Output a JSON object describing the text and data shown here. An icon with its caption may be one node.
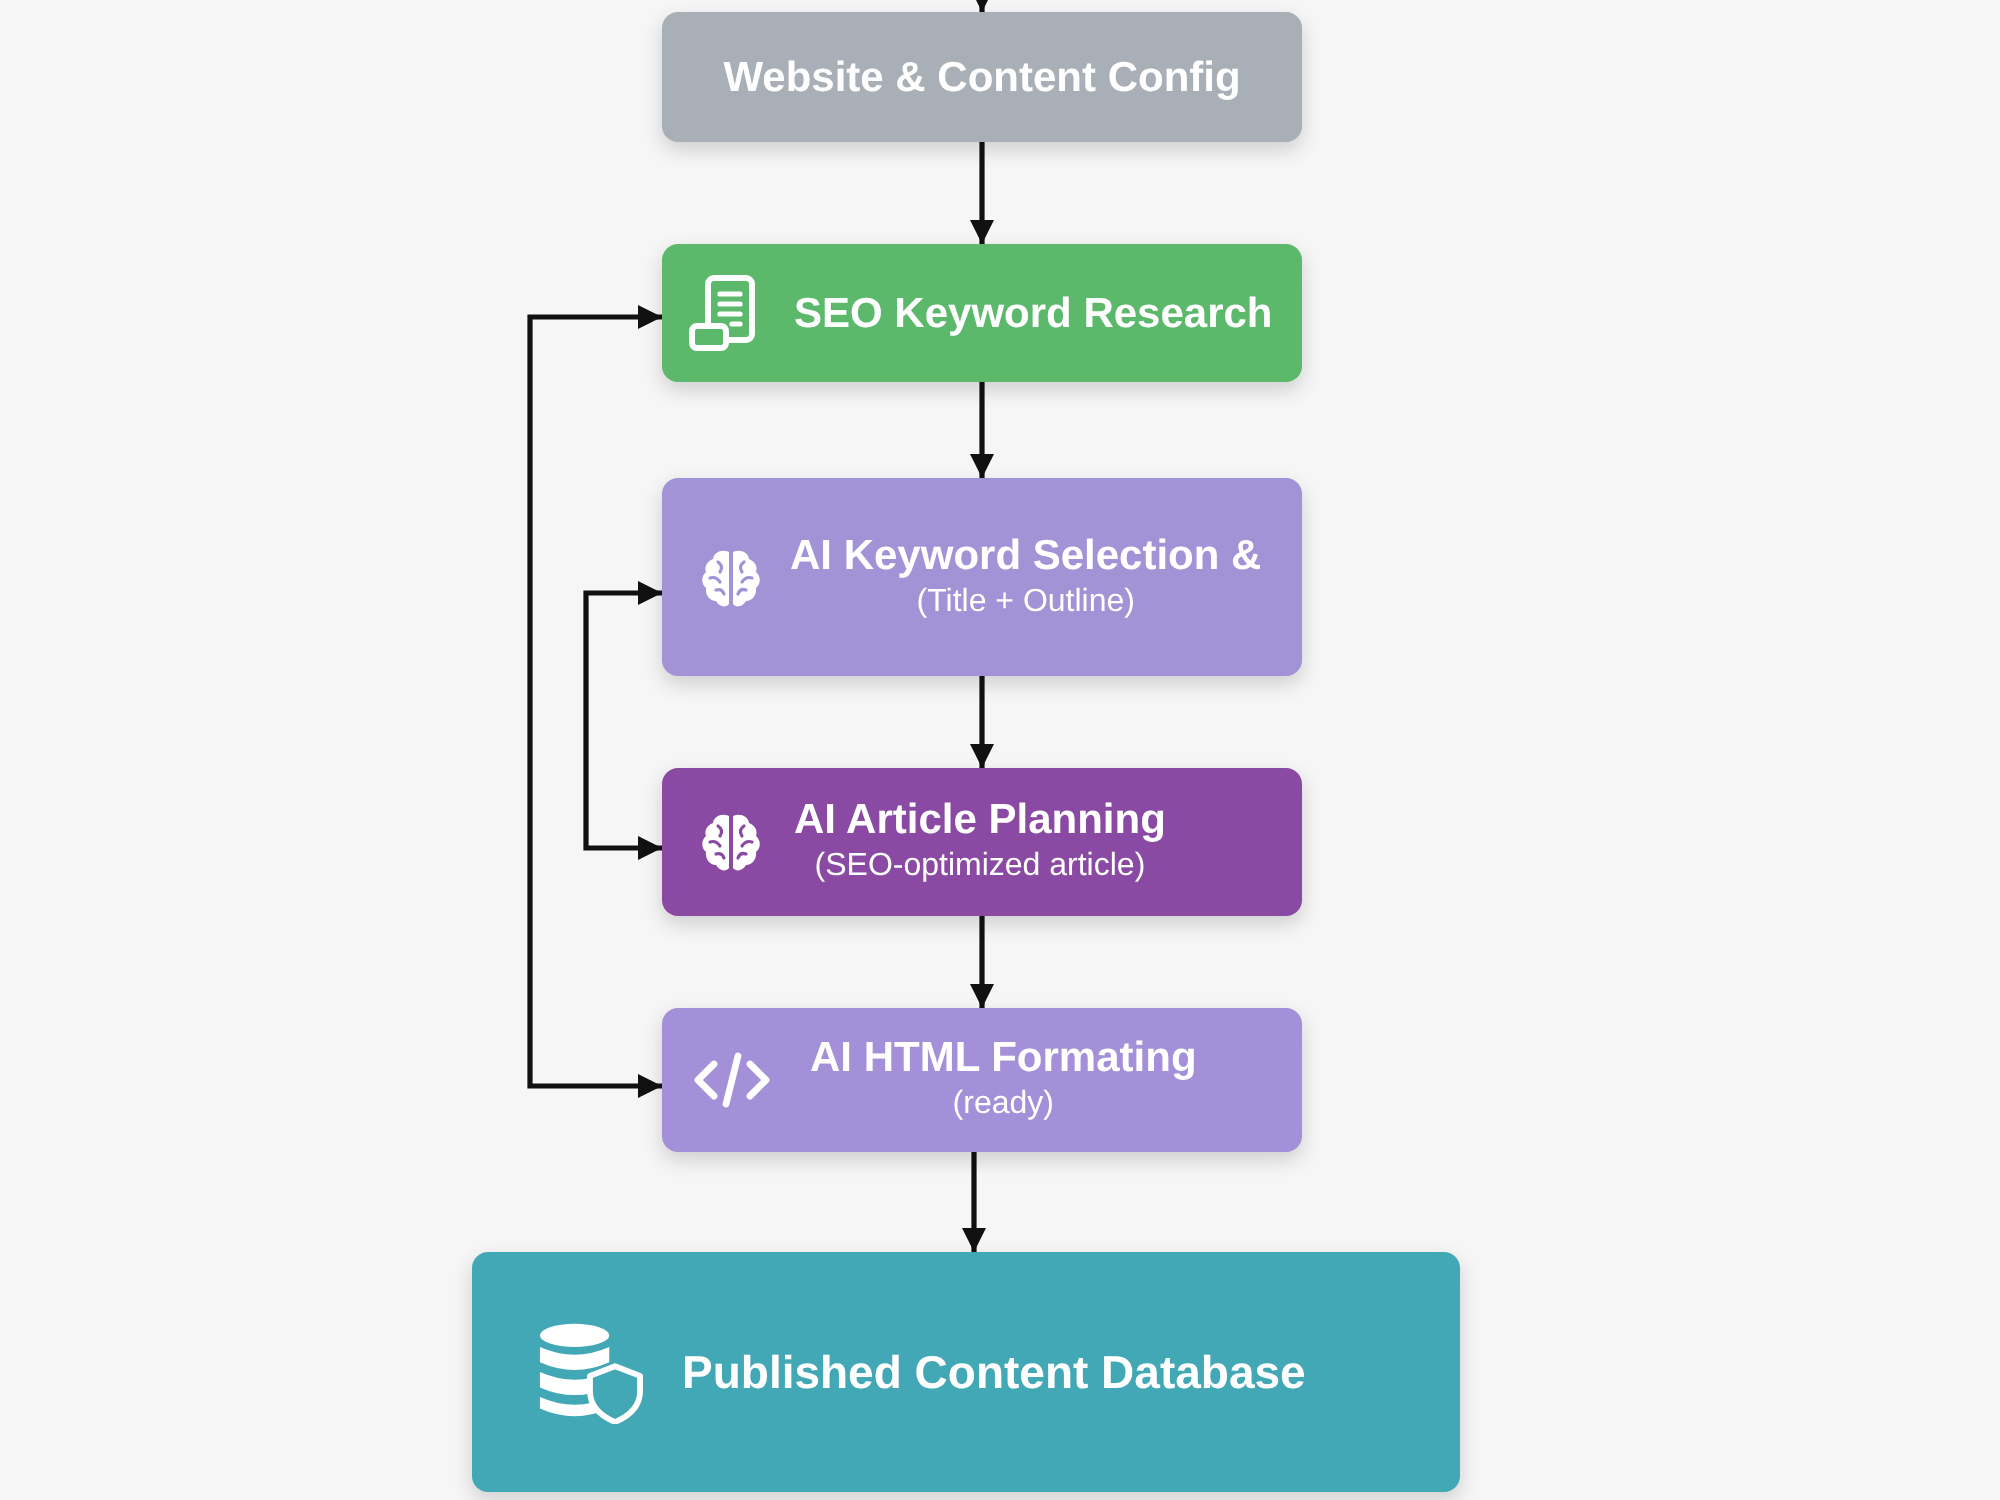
{
  "diagram": {
    "nodes": [
      {
        "text": [
          "Website & Content Config"
        ]
      },
      {
        "text": [
          "SEO Keyword Research"
        ]
      },
      {
        "text": [
          "AI Keyword Selection &",
          "(Title + Outline)"
        ]
      },
      {
        "text": [
          "AI Article Planning",
          "(SEO-optimized article)"
        ]
      },
      {
        "text": [
          "AI HTML Formating",
          "(ready)"
        ]
      },
      {
        "text": [
          "Published Content Database"
        ]
      }
    ],
    "edges": [
      {
        "from": null,
        "to": 0,
        "arrow": "to"
      },
      {
        "from": 0,
        "to": 1,
        "arrow": "to"
      },
      {
        "from": 1,
        "to": 2,
        "arrow": "to"
      },
      {
        "from": 2,
        "to": 3,
        "arrow": "to"
      },
      {
        "from": 3,
        "to": 4,
        "arrow": "to"
      },
      {
        "from": 4,
        "to": 5,
        "arrow": "to"
      },
      {
        "from": 1,
        "to": 4,
        "arrow": "both"
      },
      {
        "from": 2,
        "to": 3,
        "arrow": "both"
      }
    ]
  }
}
